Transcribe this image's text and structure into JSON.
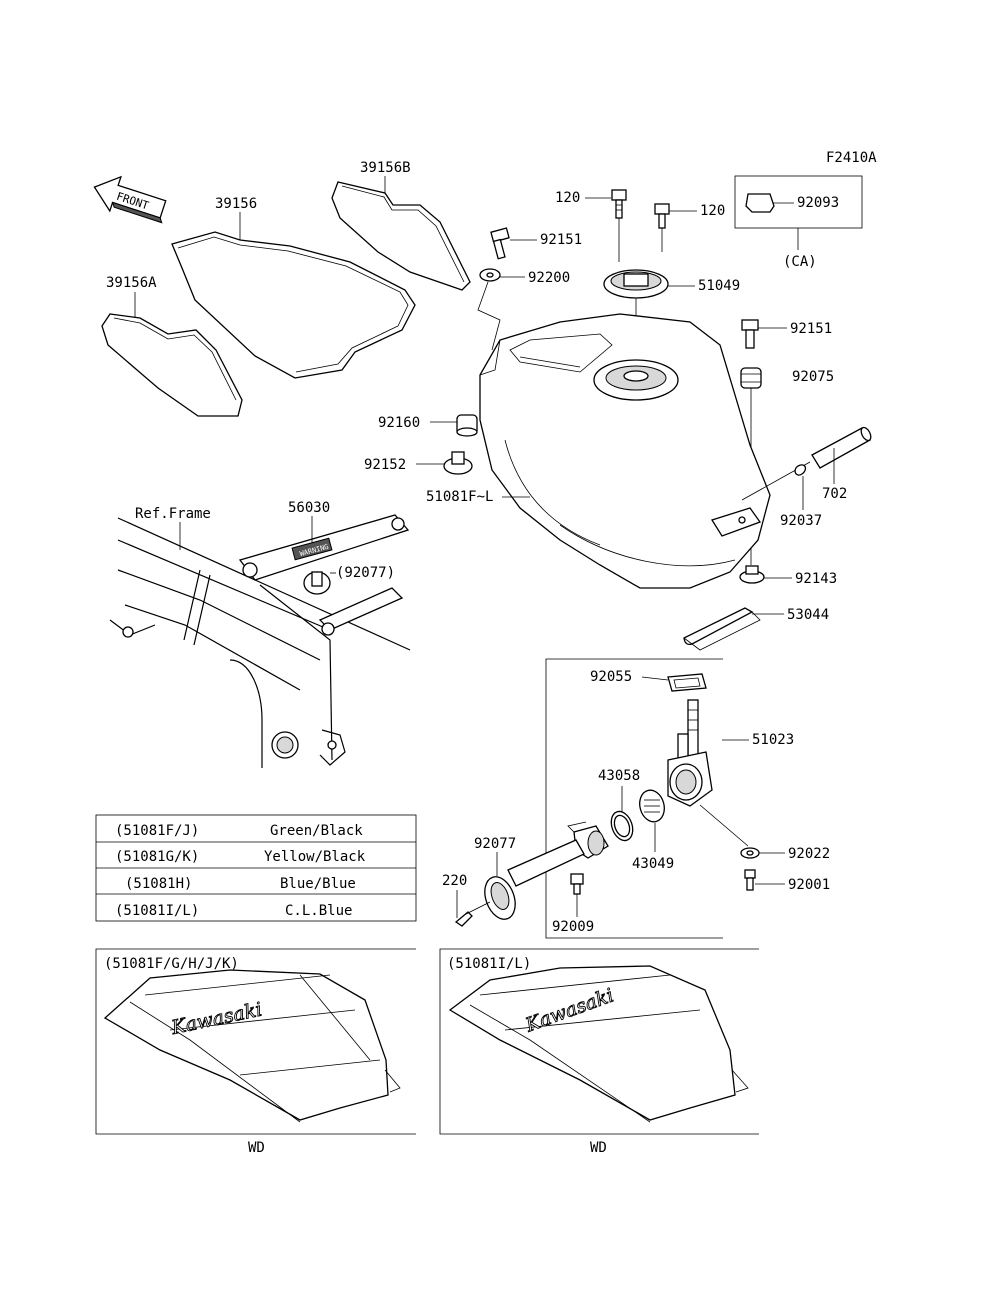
{
  "figure_code": "F2410A",
  "front_label": "FRONT",
  "ref_frame_label": "Ref.Frame",
  "ca_label": "(CA)",
  "parts": {
    "p39156": "39156",
    "p39156a": "39156A",
    "p39156b": "39156B",
    "p120_left": "120",
    "p120_right": "120",
    "p92093": "92093",
    "p92151_top": "92151",
    "p92200": "92200",
    "p51049": "51049",
    "p92151_right": "92151",
    "p92075": "92075",
    "p92160": "92160",
    "p92152": "92152",
    "p51081": "51081F~L",
    "p702": "702",
    "p92037": "92037",
    "p92143": "92143",
    "p53044": "53044",
    "p56030": "56030",
    "p92077_ref": "(92077)",
    "p92055": "92055",
    "p51023": "51023",
    "p43058": "43058",
    "p43049": "43049",
    "p92022": "92022",
    "p92001": "92001",
    "p92077": "92077",
    "p220": "220",
    "p92009": "92009"
  },
  "color_table": [
    {
      "code": "(51081F/J)",
      "color": "Green/Black"
    },
    {
      "code": "(51081G/K)",
      "color": "Yellow/Black"
    },
    {
      "code": "(51081H)",
      "color": "Blue/Blue"
    },
    {
      "code": "(51081I/L)",
      "color": "C.L.Blue"
    }
  ],
  "variants": [
    {
      "title": "(51081F/G/H/J/K)",
      "caption": "WD",
      "logo": "Kawasaki"
    },
    {
      "title": "(51081I/L)",
      "caption": "WD",
      "logo": "Kawasaki"
    }
  ],
  "decal_text": "WARNING"
}
